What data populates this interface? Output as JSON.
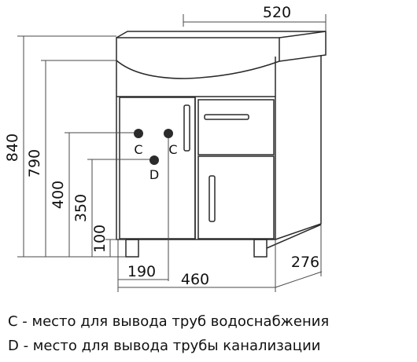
{
  "dimensions": {
    "total_width": "520",
    "total_height": "840",
    "body_height": "790",
    "height_c": "400",
    "height_d": "350",
    "leg_height": "100",
    "offset_c": "190",
    "body_width": "460",
    "depth": "276"
  },
  "markers": {
    "c_left": "C",
    "c_right": "C",
    "d": "D"
  },
  "legend": {
    "c": "C - место для вывода труб водоснабжения",
    "d": "D - место для вывода трубы канализации"
  },
  "colors": {
    "line": "#2a2a2a",
    "dim": "#4a4a4a",
    "marker": "#2b2b2b"
  }
}
